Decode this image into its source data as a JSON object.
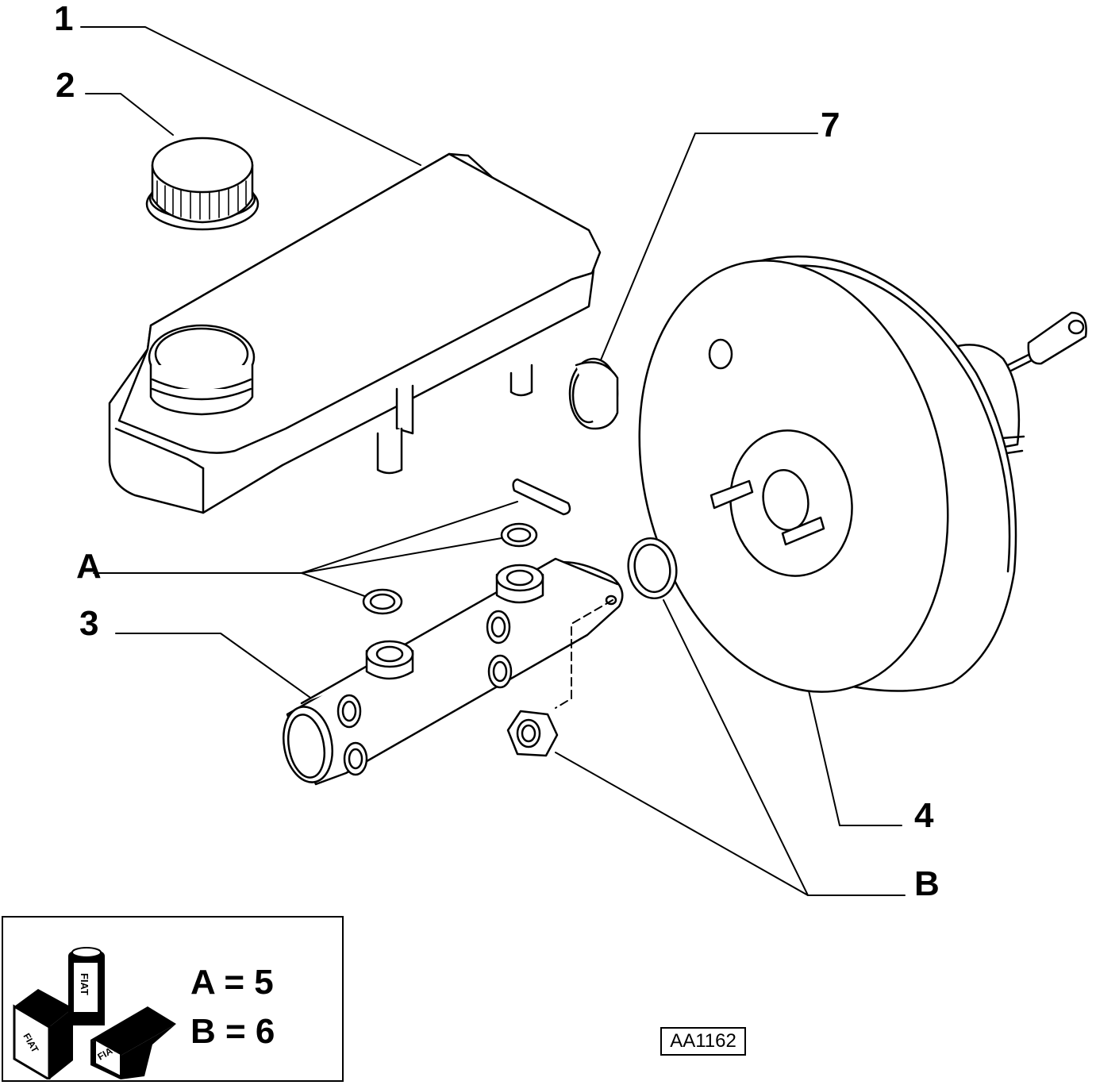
{
  "callouts": {
    "c1": "1",
    "c2": "2",
    "c3": "3",
    "c4": "4",
    "c7": "7",
    "cA": "A",
    "cB": "B"
  },
  "legend": {
    "line_a": "A = 5",
    "line_b": "B = 6",
    "brand": "FIAT"
  },
  "reference_code": "AA1162",
  "icons": [
    "fiat-parts-kit-icon"
  ]
}
